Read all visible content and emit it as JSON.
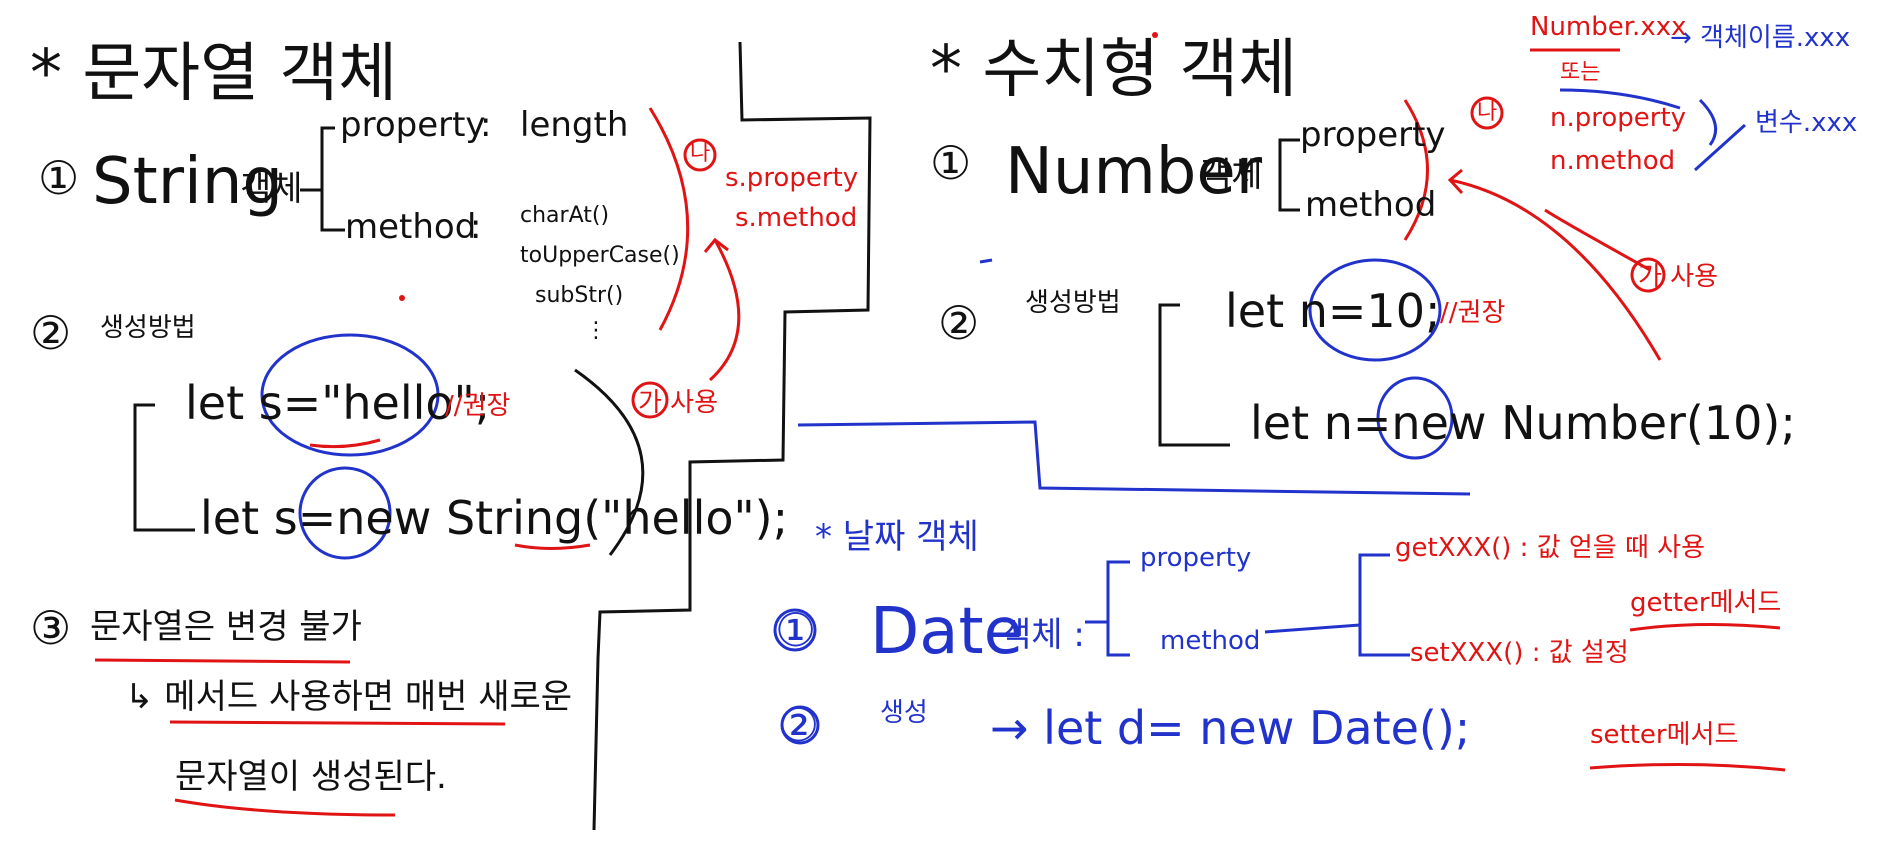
{
  "colors": {
    "ink": "#111111",
    "red": "#e01414",
    "blue": "#2233cc"
  },
  "string_section": {
    "title": "* 문자열 객체",
    "item1": {
      "num": "①",
      "name": "String",
      "label": "객체",
      "property_key": "property",
      "property_value": "length",
      "method_key": "method",
      "methods": [
        "charAt()",
        "toUpperCase()",
        "subStr()",
        "⋮"
      ]
    },
    "access": {
      "num": "나",
      "lines": [
        "s.property",
        "s.method"
      ]
    },
    "item2": {
      "num": "②",
      "label": "생성방법",
      "literal": "let s=\"hello\";",
      "literal_note": "//권장",
      "constructor": "let s=new String(\"hello\");",
      "usage": "가 사용"
    },
    "item3": {
      "num": "③",
      "text": "문자열은 변경 불가",
      "sub1": "↳ 메서드 사용하면 매번 새로운",
      "sub2": "문자열이 생성된다."
    }
  },
  "number_section": {
    "title": "* 수치형 객체",
    "item1": {
      "num": "①",
      "name": "Number",
      "label": "객체",
      "property": "property",
      "method": "method"
    },
    "item2": {
      "num": "②",
      "label": "생성방법",
      "literal": "let n=10;",
      "literal_note": "//권장",
      "constructor": "let n=new Number(10);"
    },
    "access": {
      "num": "나",
      "lines": [
        "n.property",
        "n.method"
      ],
      "result": "변수.xxx"
    },
    "usage": "가 사용",
    "top_note": {
      "red": "Number.xxx",
      "or": "또는",
      "blue": "→ 객체이름.xxx"
    }
  },
  "date_section": {
    "title": "* 날짜 객체",
    "item1": {
      "num": "①",
      "name": "Date",
      "label": "객체 :",
      "property": "property",
      "method": "method"
    },
    "item2": {
      "num": "②",
      "label": "생성",
      "code": "→ let d= new Date();"
    },
    "getter": {
      "text": "getXXX() : 값 얻을 때 사용",
      "name": "getter메서드"
    },
    "setter": {
      "text": "setXXX() : 값 설정",
      "name": "setter메서드"
    }
  }
}
